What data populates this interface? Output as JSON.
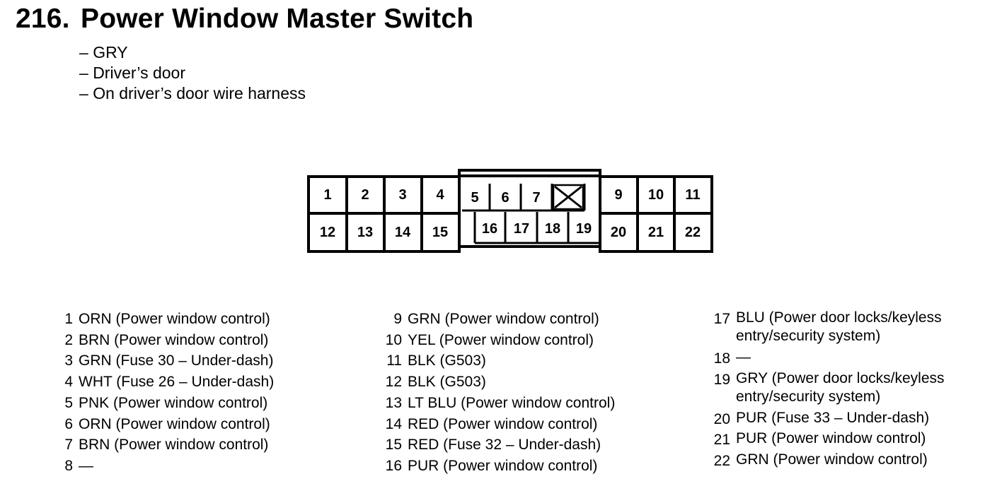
{
  "header": {
    "number": "216.",
    "title": "Power Window Master Switch"
  },
  "details": [
    "GRY",
    "Driver’s door",
    "On driver’s door wire harness"
  ],
  "connector": {
    "top_row": [
      "1",
      "2",
      "3",
      "4",
      "5",
      "6",
      "7",
      "",
      "9",
      "10",
      "11"
    ],
    "bottom_row": [
      "12",
      "13",
      "14",
      "15",
      "16",
      "17",
      "18",
      "19",
      "20",
      "21",
      "22"
    ],
    "empty_pin": "8"
  },
  "pins": [
    {
      "pin": "1",
      "desc": "ORN (Power window control)"
    },
    {
      "pin": "2",
      "desc": "BRN (Power window control)"
    },
    {
      "pin": "3",
      "desc": "GRN (Fuse 30 – Under-dash)"
    },
    {
      "pin": "4",
      "desc": "WHT (Fuse 26 – Under-dash)"
    },
    {
      "pin": "5",
      "desc": "PNK (Power window control)"
    },
    {
      "pin": "6",
      "desc": "ORN (Power window control)"
    },
    {
      "pin": "7",
      "desc": "BRN (Power window control)"
    },
    {
      "pin": "8",
      "desc": "—"
    },
    {
      "pin": "9",
      "desc": "GRN (Power window control)"
    },
    {
      "pin": "10",
      "desc": "YEL (Power window control)"
    },
    {
      "pin": "11",
      "desc": "BLK (G503)"
    },
    {
      "pin": "12",
      "desc": "BLK (G503)"
    },
    {
      "pin": "13",
      "desc": "LT BLU (Power window control)"
    },
    {
      "pin": "14",
      "desc": "RED (Power window control)"
    },
    {
      "pin": "15",
      "desc": "RED (Fuse 32 – Under-dash)"
    },
    {
      "pin": "16",
      "desc": "PUR (Power window control)"
    },
    {
      "pin": "17",
      "desc": "BLU (Power door locks/keyless entry/security system)"
    },
    {
      "pin": "18",
      "desc": "—"
    },
    {
      "pin": "19",
      "desc": "GRY (Power door locks/keyless entry/security system)"
    },
    {
      "pin": "20",
      "desc": "PUR (Fuse 33 – Under-dash)"
    },
    {
      "pin": "21",
      "desc": "PUR (Power window control)"
    },
    {
      "pin": "22",
      "desc": "GRN (Power window control)"
    }
  ]
}
